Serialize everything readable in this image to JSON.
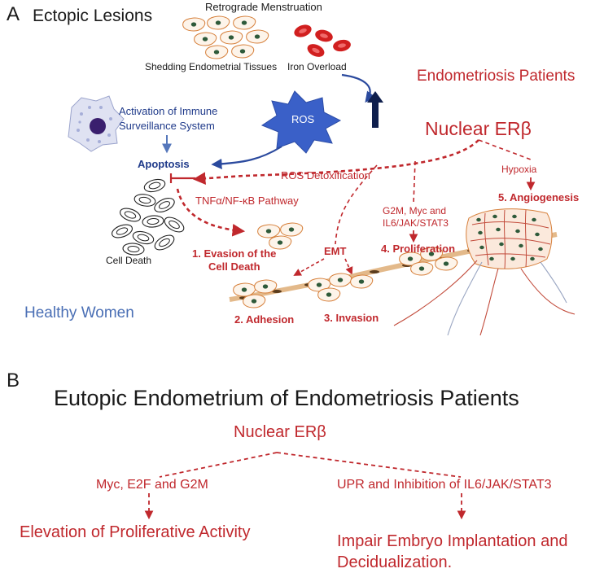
{
  "panel_a": {
    "letter": "A",
    "title": "Ectopic Lesions",
    "retrograde": "Retrograde Menstruation",
    "shedding": "Shedding Endometrial Tissues",
    "iron": "Iron Overload",
    "patients": "Endometriosis Patients",
    "immune_line1": "Activation of Immune",
    "immune_line2": "Surveillance System",
    "ros": "ROS",
    "nuclear": "Nuclear ERβ",
    "apoptosis": "Apoptosis",
    "ros_detox": "ROS Detoxification",
    "hypoxia": "Hypoxia",
    "tnf": "TNFα/NF-κB Pathway",
    "g2m_line1": "G2M, Myc and",
    "g2m_line2": "IL6/JAK/STAT3",
    "angiogenesis": "5. Angiogenesis",
    "evasion_line1": "1.   Evasion of the",
    "evasion_line2": "Cell Death",
    "emt": "EMT",
    "proliferation": "4. Proliferation",
    "cell_death": "Cell Death",
    "healthy": "Healthy Women",
    "adhesion": "2. Adhesion",
    "invasion": "3. Invasion"
  },
  "panel_b": {
    "letter": "B",
    "title": "Eutopic Endometrium of Endometriosis Patients",
    "nuclear": "Nuclear ERβ",
    "left_branch": "Myc, E2F and G2M",
    "right_branch": "UPR and Inhibition of IL6/JAK/STAT3",
    "left_outcome": "Elevation of Proliferative Activity",
    "right_outcome_line1": "Impair Embryo Implantation and",
    "right_outcome_line2": "Decidualization."
  },
  "colors": {
    "red": "#c0282d",
    "navy": "#1f3a8a",
    "blue": "#4a6fb5",
    "ros_star": "#3a60c8",
    "cell_outline": "#d67f3a",
    "nucleus": "#2e5a3a",
    "blood_red": "#d11f1f",
    "vessel_tan": "#e3b98a"
  },
  "icons": [
    "macrophage-icon",
    "ros-burst-icon",
    "up-arrow-icon",
    "red-blood-cells-icon",
    "endometrial-cells-icon",
    "dead-cells-icon",
    "tissue-strand-icon",
    "lesion-mass-icon"
  ]
}
